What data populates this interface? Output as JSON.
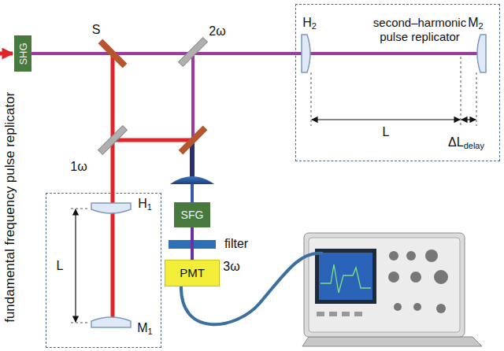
{
  "diagram": {
    "nodes": [
      {
        "text": [
          "SHG"
        ]
      },
      {
        "text": [
          "second–harmonic pulse replicator"
        ]
      },
      {
        "text": [
          "SFG"
        ]
      },
      {
        "text": [
          "fundamental frequency pulse replicator"
        ]
      },
      {
        "text": [
          "PMT"
        ]
      }
    ],
    "edges": [
      {
        "from": 2,
        "to": 4,
        "arrow": "none"
      }
    ],
    "labels": [
      "S",
      "2ω",
      "H2",
      "M2",
      "L",
      "ΔLdelay",
      "1ω",
      "H1",
      "M1",
      "L",
      "filter",
      "3ω"
    ]
  }
}
